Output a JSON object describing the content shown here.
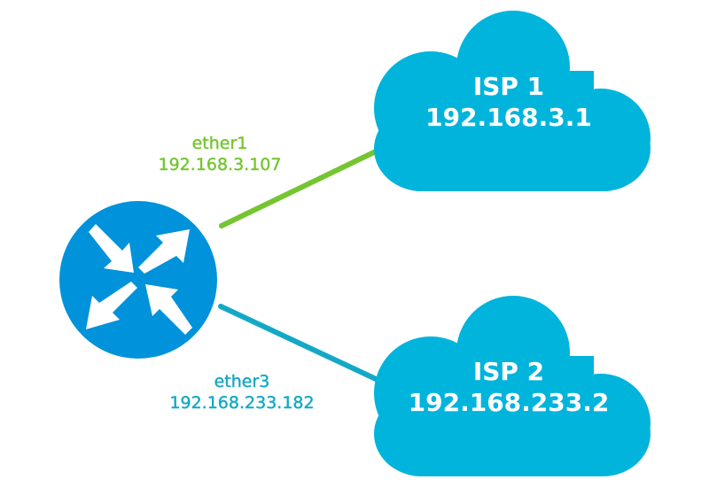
{
  "diagram": {
    "title": "Dual ISP router topology",
    "router": {
      "icon": "router-icon",
      "color": "#0092DA"
    },
    "links": [
      {
        "interface": "ether1",
        "ip": "192.168.3.107",
        "color": "#74C530",
        "target": "ISP 1"
      },
      {
        "interface": "ether3",
        "ip": "192.168.233.182",
        "color": "#13A8C6",
        "target": "ISP 2"
      }
    ],
    "clouds": [
      {
        "name": "ISP 1",
        "ip": "192.168.3.1",
        "color": "#00B4DC"
      },
      {
        "name": "ISP 2",
        "ip": "192.168.233.2",
        "color": "#00B4DC"
      }
    ]
  }
}
